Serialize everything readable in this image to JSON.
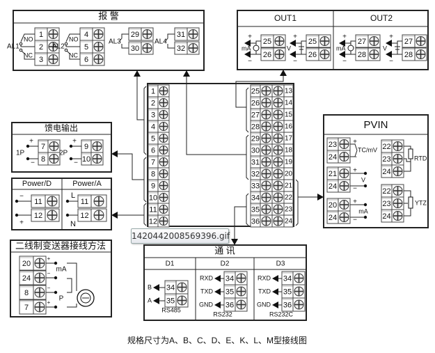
{
  "alarm": {
    "title": "报 警",
    "al1": {
      "label": "AL1",
      "no": "NO",
      "nc": "NC",
      "terminals": [
        "1",
        "2",
        "3"
      ]
    },
    "al2": {
      "label": "AL2",
      "no": "NO",
      "nc": "NC",
      "terminals": [
        "4",
        "5",
        "6"
      ]
    },
    "al3": {
      "label": "AL3",
      "terminals": [
        "29",
        "30"
      ]
    },
    "al4": {
      "label": "AL4",
      "terminals": [
        "31",
        "32"
      ]
    }
  },
  "out": {
    "out1": {
      "title": "OUT1",
      "ma_label": "mA",
      "v_label": "V",
      "plus": "+",
      "minus": "−",
      "terminals": [
        "25",
        "26"
      ]
    },
    "out2": {
      "title": "OUT2",
      "ma_label": "mA",
      "v_label": "V",
      "plus": "+",
      "minus": "−",
      "terminals": [
        "27",
        "28"
      ]
    }
  },
  "center": {
    "left": [
      "1",
      "2",
      "3",
      "4",
      "5",
      "6",
      "7",
      "8",
      "9",
      "10",
      "11",
      "12"
    ],
    "right_inner": [
      "25",
      "26",
      "27",
      "28",
      "29",
      "30",
      "31",
      "32",
      "33",
      "34",
      "35",
      "36"
    ],
    "right_outer": [
      "13",
      "14",
      "15",
      "16",
      "17",
      "18",
      "19",
      "20",
      "21",
      "22",
      "23",
      "24"
    ]
  },
  "feed": {
    "title": "馈电输出",
    "p1": {
      "label": "1P",
      "terminals": [
        "7",
        "8"
      ]
    },
    "p2": {
      "label": "2P",
      "terminals": [
        "9",
        "10"
      ]
    },
    "plus": "+",
    "minus": "−"
  },
  "power": {
    "d": {
      "title": "Power/D",
      "terminals": [
        "11",
        "12"
      ],
      "signs": [
        "−",
        "+"
      ]
    },
    "a": {
      "title": "Power/A",
      "terminals": [
        "11",
        "12"
      ],
      "signs": [
        "L",
        "N"
      ]
    }
  },
  "pvin": {
    "title": "PVIN",
    "tc": {
      "label": "TC/mV",
      "terminals": [
        "23",
        "24"
      ]
    },
    "v": {
      "label": "V",
      "terminals": [
        "21",
        "24"
      ]
    },
    "ma": {
      "label": "mA",
      "terminals": [
        "20",
        "24"
      ]
    },
    "rtd": {
      "label": "RTD",
      "terminals": [
        "22",
        "23",
        "24"
      ]
    },
    "ytz": {
      "label": "YTZ",
      "terminals": [
        "22",
        "23",
        "24"
      ]
    },
    "plus": "+",
    "minus": "−"
  },
  "twowire": {
    "title": "二线制变送器接线方法",
    "terminals": [
      "20",
      "24",
      "8",
      "7"
    ],
    "ma_label": "mA",
    "p_label": "P",
    "signs": [
      "+",
      "−",
      "−",
      "+"
    ]
  },
  "comm": {
    "title": "通   讯",
    "d1": {
      "title": "D1",
      "signals": [
        "B",
        "A"
      ],
      "terminals": [
        "34",
        "35"
      ],
      "footer": "RS485"
    },
    "d2": {
      "title": "D2",
      "signals": [
        "RXD",
        "TXD",
        "GND"
      ],
      "terminals": [
        "34",
        "35",
        "36"
      ],
      "footer": "RS232"
    },
    "d3": {
      "title": "D3",
      "signals": [
        "RXD",
        "TXD",
        "GND"
      ],
      "terminals": [
        "34",
        "35",
        "36"
      ],
      "footer": "RS232C"
    }
  },
  "caption": "规格尺寸为A、B、C、D、E、K、L、M型接线图",
  "tooltip": "1420442008569396.gif"
}
